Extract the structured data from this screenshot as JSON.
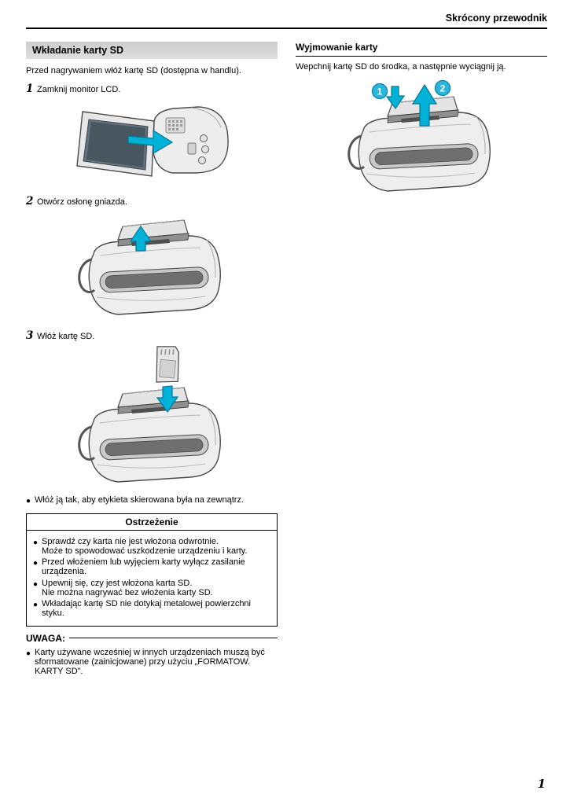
{
  "page": {
    "header_title": "Skrócony przewodnik",
    "page_number": "1"
  },
  "colors": {
    "accent_cyan": "#00b1d8",
    "section_bar_gray": "#d4d4d4"
  },
  "left_column": {
    "section_title": "Wkładanie karty SD",
    "intro": "Przed nagrywaniem włóż kartę SD (dostępna w handlu).",
    "steps": [
      {
        "num": "1",
        "text": "Zamknij monitor LCD."
      },
      {
        "num": "2",
        "text": "Otwórz osłonę gniazda."
      },
      {
        "num": "3",
        "text": "Włóż kartę SD."
      }
    ],
    "orientation_note": "Włóż ją tak, aby etykieta skierowana była na zewnątrz.",
    "caution_box": {
      "title": "Ostrzeżenie",
      "items": [
        "Sprawdź czy karta nie jest włożona odwrotnie.\nMoże to spowodować uszkodzenie urządzeniu i karty.",
        "Przed włożeniem lub wyjęciem karty wyłącz zasilanie urządzenia.",
        "Upewnij się, czy jest włożona karta SD.\nNie można nagrywać bez włożenia karty SD.",
        "Wkładając kartę SD nie dotykaj metalowej powierzchni styku."
      ]
    },
    "note": {
      "title": "UWAGA:",
      "items": [
        "Karty używane wcześniej w innych urządzeniach muszą być sformatowane (zainicjowane) przy użyciu „FORMATOW. KARTY SD”."
      ]
    }
  },
  "right_column": {
    "section_title": "Wyjmowanie karty",
    "intro": "Wepchnij kartę SD do środka, a następnie wyciągnij ją.",
    "callouts": [
      "1",
      "2"
    ]
  }
}
